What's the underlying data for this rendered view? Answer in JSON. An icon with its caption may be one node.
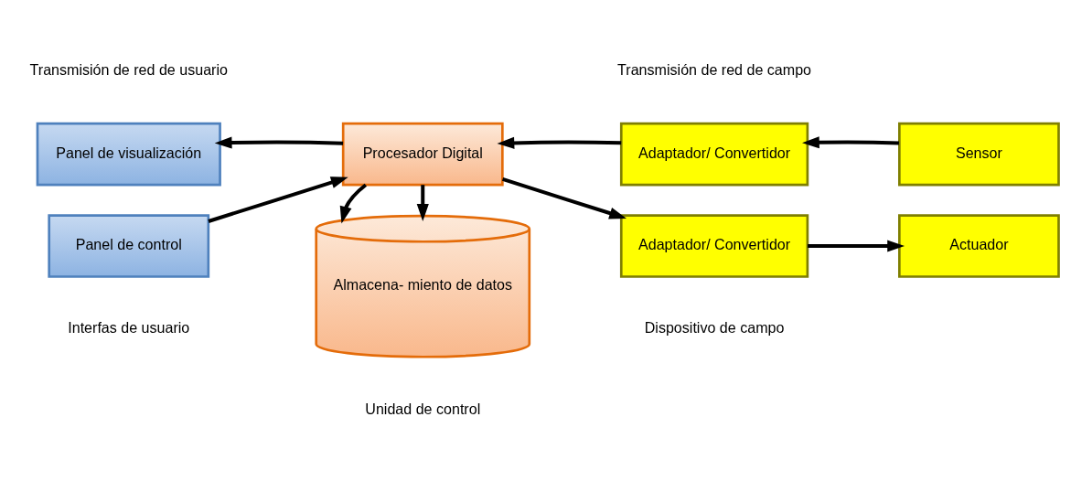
{
  "diagram": {
    "nodes": [
      {
        "text": [
          "Panel de visualización"
        ]
      },
      {
        "text": [
          "Panel de control"
        ]
      },
      {
        "text": [
          "Procesador Digital"
        ]
      },
      {
        "text": [
          "Almacena- miento de datos"
        ]
      },
      {
        "text": [
          "Adaptador/ Convertidor"
        ]
      },
      {
        "text": [
          "Sensor"
        ]
      },
      {
        "text": [
          "Adaptador/ Convertidor"
        ]
      },
      {
        "text": [
          "Actuador"
        ]
      }
    ],
    "edges": [
      {
        "from": 2,
        "to": 0,
        "arrow": "to"
      },
      {
        "from": 1,
        "to": 2,
        "arrow": "to"
      },
      {
        "from": 2,
        "to": 3,
        "arrow": "to"
      },
      {
        "from": 2,
        "to": 3,
        "arrow": "to"
      },
      {
        "from": 4,
        "to": 2,
        "arrow": "to"
      },
      {
        "from": 5,
        "to": 4,
        "arrow": "to"
      },
      {
        "from": 2,
        "to": 6,
        "arrow": "to"
      },
      {
        "from": 6,
        "to": 7,
        "arrow": "to"
      }
    ],
    "labels": [
      "Transmisión de red de usuario",
      "Transmisión de red de campo",
      "Interfas de usuario",
      "Unidad de control",
      "Dispositivo de campo"
    ]
  }
}
